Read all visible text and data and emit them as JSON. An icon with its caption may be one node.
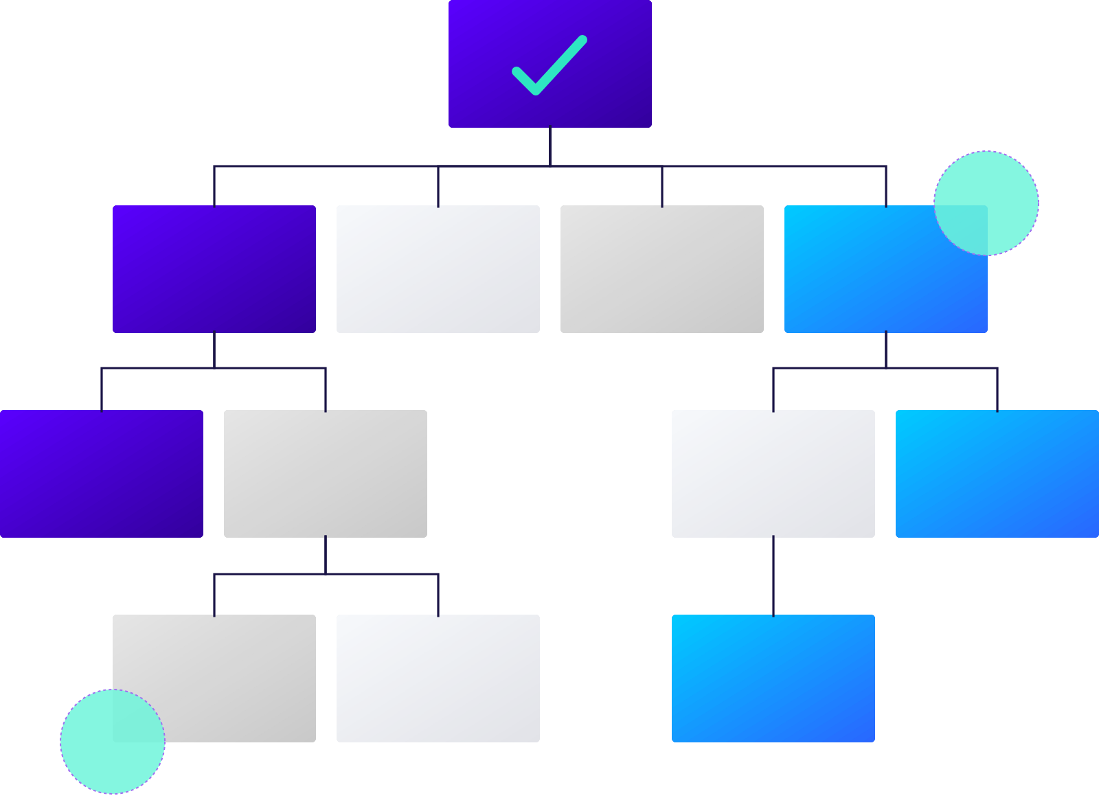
{
  "diagram": {
    "nodes": [
      {
        "text": [],
        "shape": "box"
      },
      {
        "text": [],
        "shape": "box"
      },
      {
        "text": [],
        "shape": "box"
      },
      {
        "text": [],
        "shape": "box"
      },
      {
        "text": [],
        "shape": "box"
      },
      {
        "text": [],
        "shape": "box"
      },
      {
        "text": [],
        "shape": "box"
      },
      {
        "text": [],
        "shape": "box"
      },
      {
        "text": [],
        "shape": "box"
      },
      {
        "text": [],
        "shape": "box"
      },
      {
        "text": [],
        "shape": "box"
      },
      {
        "text": [],
        "shape": "box"
      }
    ],
    "edges": [
      {
        "from": 0,
        "to": 1,
        "arrow": "none"
      },
      {
        "from": 0,
        "to": 2,
        "arrow": "none"
      },
      {
        "from": 0,
        "to": 3,
        "arrow": "none"
      },
      {
        "from": 0,
        "to": 4,
        "arrow": "none"
      },
      {
        "from": 1,
        "to": 5,
        "arrow": "none"
      },
      {
        "from": 1,
        "to": 6,
        "arrow": "none"
      },
      {
        "from": 4,
        "to": 7,
        "arrow": "none"
      },
      {
        "from": 4,
        "to": 8,
        "arrow": "none"
      },
      {
        "from": 6,
        "to": 9,
        "arrow": "none"
      },
      {
        "from": 6,
        "to": 10,
        "arrow": "none"
      },
      {
        "from": 7,
        "to": 11,
        "arrow": "none"
      }
    ]
  }
}
